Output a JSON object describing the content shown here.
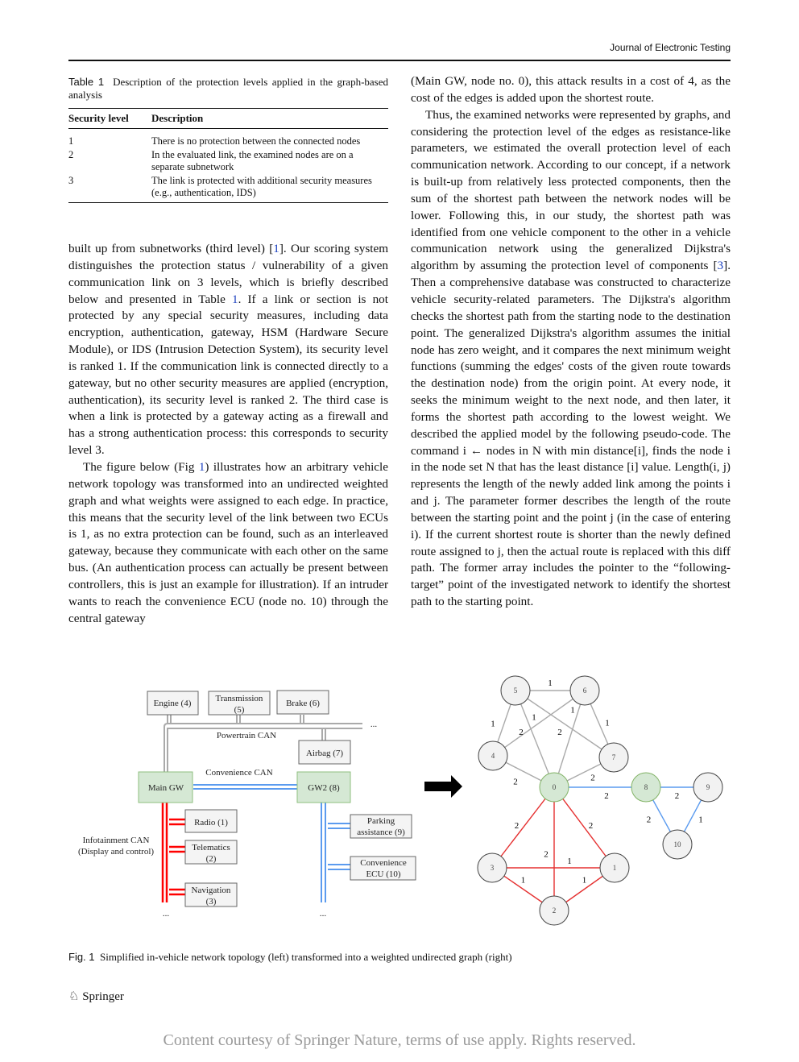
{
  "header": {
    "journal": "Journal of Electronic Testing"
  },
  "table": {
    "label": "Table 1",
    "caption": "Description of the protection levels applied in the graph-based analysis",
    "headers": [
      "Security level",
      "Description"
    ],
    "rows": [
      [
        "1",
        "There is no protection between the connected nodes"
      ],
      [
        "2",
        "In the evaluated link, the examined nodes are on a separate subnetwork"
      ],
      [
        "3",
        "The link is protected with additional security measures (e.g., authentication, IDS)"
      ]
    ]
  },
  "left": {
    "p1a": "built up from subnetworks (third level) [",
    "p1ref": "1",
    "p1b": "]. Our scoring system distinguishes the protection status / vulnerability of a given communication link on 3 levels, which is briefly described below and presented in Table ",
    "p1ref2": "1",
    "p1c": ". If a link or section is not protected by any special security measures, including data encryption, authentication, gateway, HSM (Hardware Secure Module), or IDS (Intrusion Detection System), its security level is ranked 1. If the communication link is connected directly to a gateway, but no other security measures are applied (encryption, authentication), its security level is ranked 2. The third case is when a link is protected by a gateway acting as a firewall and has a strong authentication process: this corresponds to security level 3.",
    "p2a": "The figure below (Fig ",
    "p2ref": "1",
    "p2b": ") illustrates how an arbitrary vehicle network topology was transformed into an undirected weighted graph and what weights were assigned to each edge. In practice, this means that the security level of the link between two ECUs is 1, as no extra protection can be found, such as an interleaved gateway, because they communicate with each other on the same bus. (An authentication process can actually be present between controllers, this is just an example for illustration). If an intruder wants to reach the convenience ECU (node no. 10) through the central gateway"
  },
  "right": {
    "p1": "(Main GW, node no. 0), this attack results in a cost of 4, as the cost of the edges is added upon the shortest route.",
    "p2a": "Thus, the examined networks were represented by graphs, and considering the protection level of the edges as resistance-like parameters, we estimated the overall protection level of each communication network. According to our concept, if a network is built-up from relatively less protected components, then the sum of the shortest path between the network nodes will be lower. Following this, in our study, the shortest path was identified from one vehicle component to the other in a vehicle communication network using the generalized Dijkstra's algorithm by assuming the protection level of components [",
    "p2ref": "3",
    "p2b": "]. Then a comprehensive database was constructed to characterize vehicle security-related parameters. The Dijkstra's algorithm checks the shortest path from the starting node to the destination point. The generalized Dijkstra's algorithm assumes the initial node has zero weight, and it compares the next minimum weight functions (summing the edges' costs of the given route towards the destination node) from the origin point. At every node, it seeks the minimum weight to the next node, and then later, it forms the shortest path according to the lowest weight. We described the applied model by the following pseudo-code. The command i ← nodes in N with min distance[i], finds the node i in the node set N that has the least distance [i] value. Length(i, j) represents the length of the newly added link among the points i and j. The parameter former describes the length of the route between the starting point and the point j (in the case of entering i). If the current shortest route is shorter than the newly defined route assigned to j, then the actual route is replaced with this diff path. The former array includes the pointer to the “following-target” point of the investigated network to identify the shortest path to the starting point."
  },
  "figure": {
    "ecus": {
      "engine": "Engine (4)",
      "trans1": "Transmission",
      "trans2": "(5)",
      "brake": "Brake (6)",
      "airbag": "Airbag (7)",
      "maingw": "Main GW",
      "gw2": "GW2 (8)",
      "radio": "Radio (1)",
      "tele1": "Telematics",
      "tele2": "(2)",
      "nav1": "Navigation",
      "nav2": "(3)",
      "park1": "Parking",
      "park2": "assistance (9)",
      "conv1": "Convenience",
      "conv2": "ECU (10)"
    },
    "buses": {
      "powertrain": "Powertrain CAN",
      "convenience": "Convenience CAN",
      "info1": "Infotainment CAN",
      "info2": "(Display and control)",
      "ellipsis": "..."
    },
    "graph": {
      "nodes": [
        {
          "id": "0",
          "highlight": true
        },
        {
          "id": "1"
        },
        {
          "id": "2"
        },
        {
          "id": "3"
        },
        {
          "id": "4"
        },
        {
          "id": "5"
        },
        {
          "id": "6"
        },
        {
          "id": "7"
        },
        {
          "id": "8",
          "highlight": true
        },
        {
          "id": "9"
        },
        {
          "id": "10"
        }
      ],
      "edges": [
        [
          "5",
          "6",
          1,
          "gray"
        ],
        [
          "5",
          "4",
          1,
          "gray"
        ],
        [
          "6",
          "4",
          1,
          "gray"
        ],
        [
          "5",
          "7",
          1,
          "gray"
        ],
        [
          "6",
          "7",
          1,
          "gray"
        ],
        [
          "5",
          "0",
          2,
          "gray"
        ],
        [
          "6",
          "0",
          2,
          "gray"
        ],
        [
          "4",
          "0",
          2,
          "gray"
        ],
        [
          "7",
          "0",
          2,
          "gray"
        ],
        [
          "0",
          "8",
          2,
          "blue"
        ],
        [
          "8",
          "9",
          2,
          "blue"
        ],
        [
          "8",
          "10",
          2,
          "blue"
        ],
        [
          "9",
          "10",
          1,
          "blue"
        ],
        [
          "0",
          "3",
          2,
          "red"
        ],
        [
          "0",
          "2",
          2,
          "red"
        ],
        [
          "0",
          "1",
          2,
          "red"
        ],
        [
          "3",
          "1",
          1,
          "red"
        ],
        [
          "3",
          "2",
          1,
          "red"
        ],
        [
          "2",
          "1",
          1,
          "red"
        ]
      ],
      "colors": {
        "gray": "#aaaaaa",
        "blue": "#5b9bef",
        "red": "#e53030",
        "node": "#f2f2f2",
        "highlight": "#d5e8d4"
      }
    },
    "label": "Fig. 1",
    "caption": "Simplified in-vehicle network topology (left) transformed into a weighted undirected graph (right)"
  },
  "publisher": "Springer",
  "footer": "Content courtesy of Springer Nature, terms of use apply. Rights reserved."
}
